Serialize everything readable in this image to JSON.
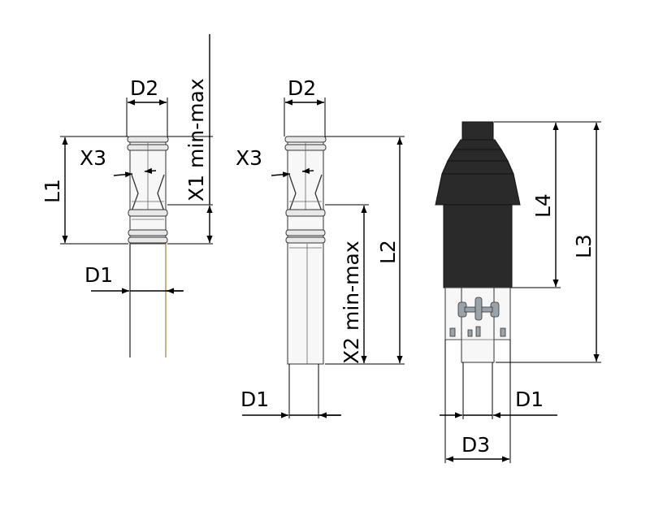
{
  "labels": {
    "part1": {
      "d2": "D2",
      "x3": "X3",
      "l1": "L1",
      "x1": "X1 min-max",
      "d1": "D1"
    },
    "part2": {
      "d2": "D2",
      "x3": "X3",
      "l2": "L2",
      "x2": "X2 min-max",
      "d1": "D1"
    },
    "part3": {
      "l4": "L4",
      "l3": "L3",
      "d1": "D1",
      "d3": "D3"
    }
  },
  "colors": {
    "line": "#000000",
    "terminal": "#2a2a2a",
    "tube": "#f7f7f7",
    "clip": "#9aa3aa"
  }
}
